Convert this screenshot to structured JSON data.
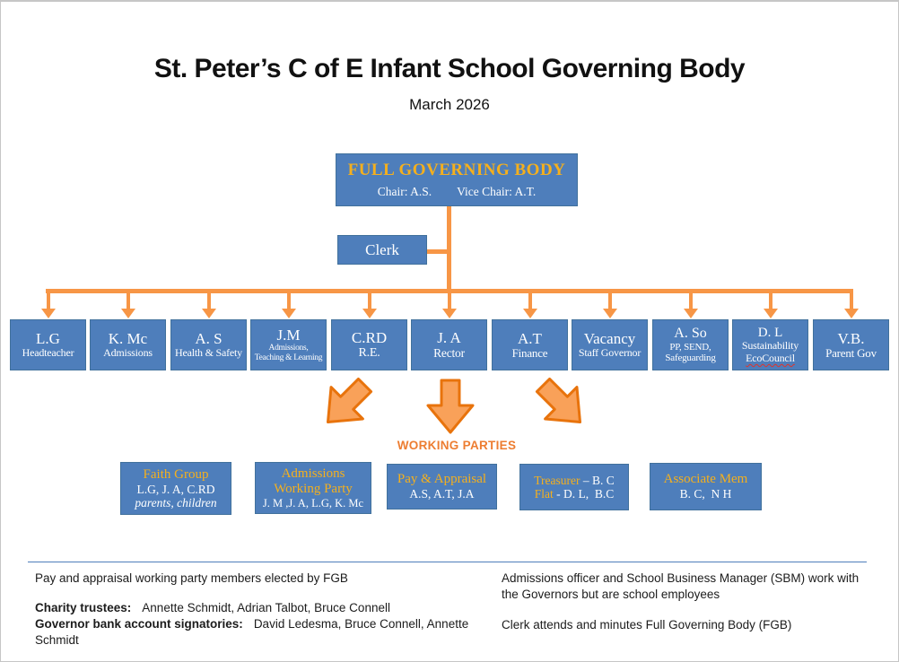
{
  "page": {
    "title": "St. Peter’s C of E Infant School Governing Body",
    "subtitle": "March 2026"
  },
  "colors": {
    "box_blue": "#4E7EBB",
    "gold_text": "#F5B01D",
    "connector_orange": "#F79646",
    "big_arrow_fill": "#F9A159",
    "big_arrow_stroke": "#E8730C",
    "working_parties_text": "#ED7D31",
    "divider_blue": "#4E7EBB"
  },
  "fgb": {
    "title": "FULL GOVERNING BODY",
    "chair": "Chair: A.S.",
    "vice_chair": "Vice Chair: A.T."
  },
  "clerk": {
    "label": "Clerk"
  },
  "governors": [
    {
      "name": "L.G",
      "role1": "Headteacher"
    },
    {
      "name": "K. Mc",
      "role1": "Admissions"
    },
    {
      "name": "A. S",
      "role1": "Health & Safety"
    },
    {
      "name": "J.M",
      "role1": "Admissions,",
      "role2": "Teaching & Learning"
    },
    {
      "name": "C.RD",
      "role1": "R.E."
    },
    {
      "name": "J. A",
      "role1": "Rector"
    },
    {
      "name": "A.T",
      "role1": "Finance"
    },
    {
      "name": "Vacancy",
      "role1": "Staff Governor"
    },
    {
      "name": "A. So",
      "role1": "PP, SEND,",
      "role2": "Safeguarding"
    },
    {
      "name": "D. L",
      "role1": "Sustainability",
      "role2": "EcoCouncil"
    },
    {
      "name": "V.B.",
      "role1": "Parent Gov"
    }
  ],
  "working_parties_label": "WORKING PARTIES",
  "working_parties": {
    "faith": {
      "title": "Faith Group",
      "members": "L.G, J. A, C.RD",
      "extra": "parents, children"
    },
    "admissions": {
      "title_line1": "Admissions",
      "title_line2": "Working Party",
      "members": "J. M ,J. A, L.G, K. Mc"
    },
    "pay": {
      "title": "Pay & Appraisal",
      "members": "A.S, A.T, J.A"
    },
    "treasurer": {
      "label1": "Treasurer",
      "value1": "– B. C",
      "label2": "Flat",
      "value2": "- D. L,  B.C"
    },
    "associate": {
      "title": "Associate Mem",
      "members": "B. C,  N H"
    }
  },
  "notes": {
    "left1": "Pay and appraisal working party members elected by FGB",
    "left2_label": "Charity trustees:",
    "left2_text": "Annette Schmidt, Adrian Talbot, Bruce Connell",
    "left3_label": "Governor bank account signatories:",
    "left3_text": "David Ledesma, Bruce Connell, Annette Schmidt",
    "right1_line1": "Admissions officer and School Business Manager (SBM) work with",
    "right1_line2": "the Governors but are school employees",
    "right2": "Clerk attends and minutes Full Governing Body (FGB)"
  }
}
